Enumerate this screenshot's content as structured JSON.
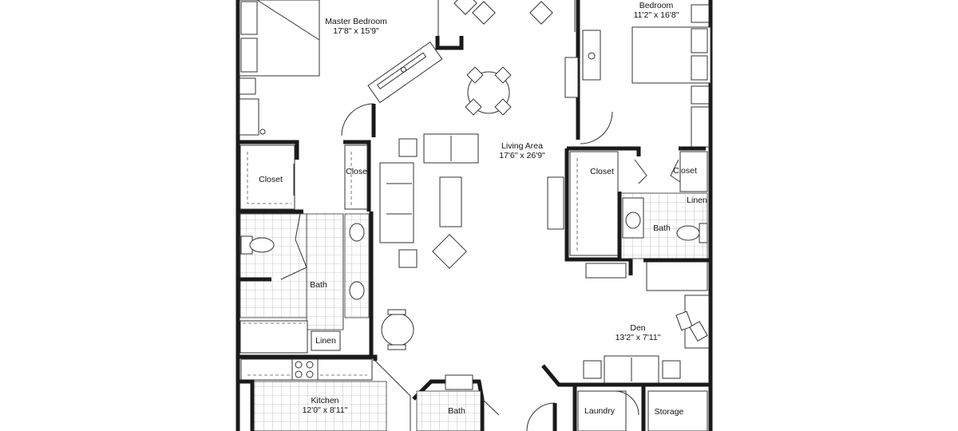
{
  "rooms": {
    "master_bedroom": {
      "name": "Master Bedroom",
      "dims": "17'8\" x 15'9\""
    },
    "bedroom": {
      "name": "Bedroom",
      "dims": "11'2\" x 16'8\""
    },
    "living_area": {
      "name": "Living Area",
      "dims": "17'6\" x 26'9\""
    },
    "closet_master_left": {
      "name": "Closet"
    },
    "closet_master_right": {
      "name": "Closet"
    },
    "closet_bedroom_center": {
      "name": "Closet"
    },
    "closet_bedroom_right": {
      "name": "Closet"
    },
    "bath_master": {
      "name": "Bath"
    },
    "bath_bedroom": {
      "name": "Bath"
    },
    "bath_hall": {
      "name": "Bath"
    },
    "linen_master": {
      "name": "Linen"
    },
    "linen_bedroom": {
      "name": "Linen"
    },
    "den": {
      "name": "Den",
      "dims": "13'2\" x 7'11\""
    },
    "kitchen": {
      "name": "Kitchen",
      "dims": "12'0\" x 8'11\""
    },
    "laundry": {
      "name": "Laundry"
    },
    "storage": {
      "name": "Storage"
    }
  }
}
